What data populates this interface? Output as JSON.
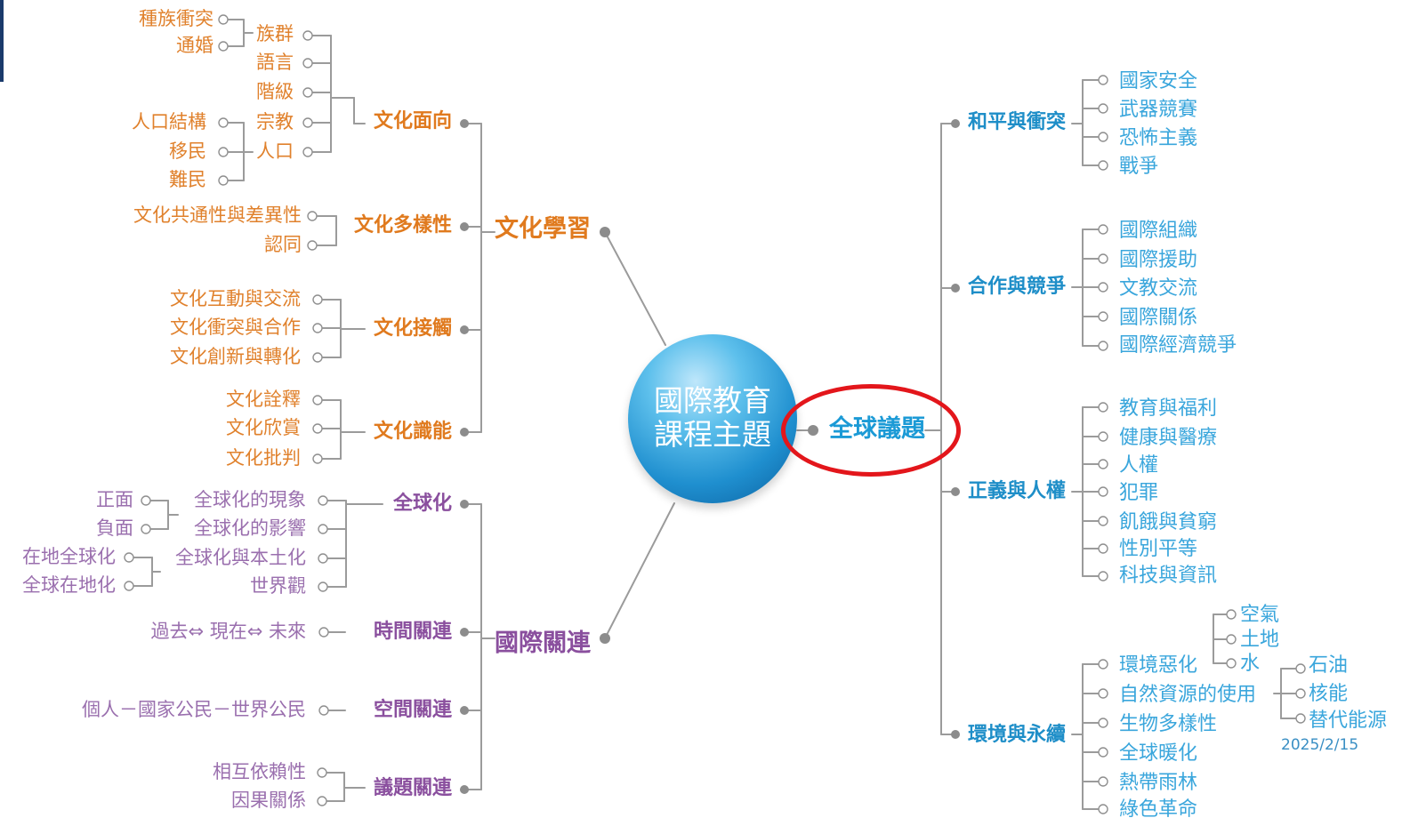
{
  "center": {
    "line1": "國際教育",
    "line2": "課程主題"
  },
  "culture": {
    "title": "文化學習",
    "orientation": {
      "label": "文化面向",
      "items": [
        "族群",
        "語言",
        "階級",
        "宗教",
        "人口"
      ],
      "ethnic_sub": [
        "種族衝突",
        "通婚"
      ],
      "population_sub": [
        "人口結構",
        "移民",
        "難民"
      ]
    },
    "diversity": {
      "label": "文化多樣性",
      "items": [
        "文化共通性與差異性",
        "認同"
      ]
    },
    "contact": {
      "label": "文化接觸",
      "items": [
        "文化互動與交流",
        "文化衝突與合作",
        "文化創新與轉化"
      ]
    },
    "literacy": {
      "label": "文化識能",
      "items": [
        "文化詮釋",
        "文化欣賞",
        "文化批判"
      ]
    }
  },
  "intl": {
    "title": "國際關連",
    "globalization": {
      "label": "全球化",
      "items": [
        "全球化的現象",
        "全球化的影響",
        "全球化與本土化",
        "世界觀"
      ],
      "impact_sub": [
        "正面",
        "負面"
      ],
      "local_sub": [
        "在地全球化",
        "全球在地化"
      ]
    },
    "time": {
      "label": "時間關連",
      "item": "過去⇔ 現在⇔ 未來"
    },
    "space": {
      "label": "空間關連",
      "item": "個人－國家公民－世界公民"
    },
    "issue": {
      "label": "議題關連",
      "items": [
        "相互依賴性",
        "因果關係"
      ]
    }
  },
  "global": {
    "title": "全球議題",
    "peace": {
      "label": "和平與衝突",
      "items": [
        "國家安全",
        "武器競賽",
        "恐怖主義",
        "戰爭"
      ]
    },
    "coop": {
      "label": "合作與競爭",
      "items": [
        "國際組織",
        "國際援助",
        "文教交流",
        "國際關係",
        "國際經濟競爭"
      ]
    },
    "justice": {
      "label": "正義與人權",
      "items": [
        "教育與福利",
        "健康與醫療",
        "人權",
        "犯罪",
        "飢餓與貧窮",
        "性別平等",
        "科技與資訊"
      ]
    },
    "env": {
      "label": "環境與永續",
      "items": [
        "環境惡化",
        "自然資源的使用",
        "生物多樣性",
        "全球暖化",
        "熱帶雨林",
        "綠色革命"
      ],
      "degradation_sub": [
        "空氣",
        "土地",
        "水"
      ],
      "resource_sub": [
        "石油",
        "核能",
        "替代能源"
      ]
    }
  },
  "date": "2025/2/15",
  "colors": {
    "culture": "#e07a1e",
    "intl": "#8a4f9e",
    "global": "#1e8ec8",
    "highlight": "#e3161b",
    "line": "#9b9b9b"
  }
}
